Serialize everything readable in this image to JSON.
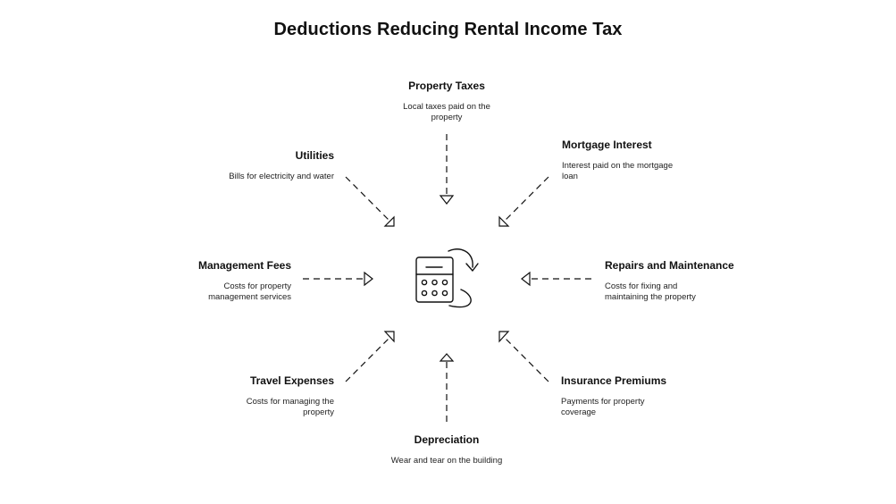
{
  "title": "Deductions Reducing Rental Income Tax",
  "center": {
    "icon": "calculator-refresh-icon"
  },
  "deductions": [
    {
      "id": "property-taxes",
      "label": "Property Taxes",
      "description": "Local taxes paid on the property"
    },
    {
      "id": "mortgage-interest",
      "label": "Mortgage Interest",
      "description": "Interest paid on the mortgage loan"
    },
    {
      "id": "repairs-maintenance",
      "label": "Repairs and Maintenance",
      "description": "Costs for fixing and maintaining the property"
    },
    {
      "id": "insurance-premiums",
      "label": "Insurance Premiums",
      "description": "Payments for property coverage"
    },
    {
      "id": "depreciation",
      "label": "Depreciation",
      "description": "Wear and tear on the building"
    },
    {
      "id": "travel-expenses",
      "label": "Travel Expenses",
      "description": "Costs for managing the property"
    },
    {
      "id": "management-fees",
      "label": "Management Fees",
      "description": "Costs for property management services"
    },
    {
      "id": "utilities",
      "label": "Utilities",
      "description": "Bills for electricity and water"
    }
  ]
}
